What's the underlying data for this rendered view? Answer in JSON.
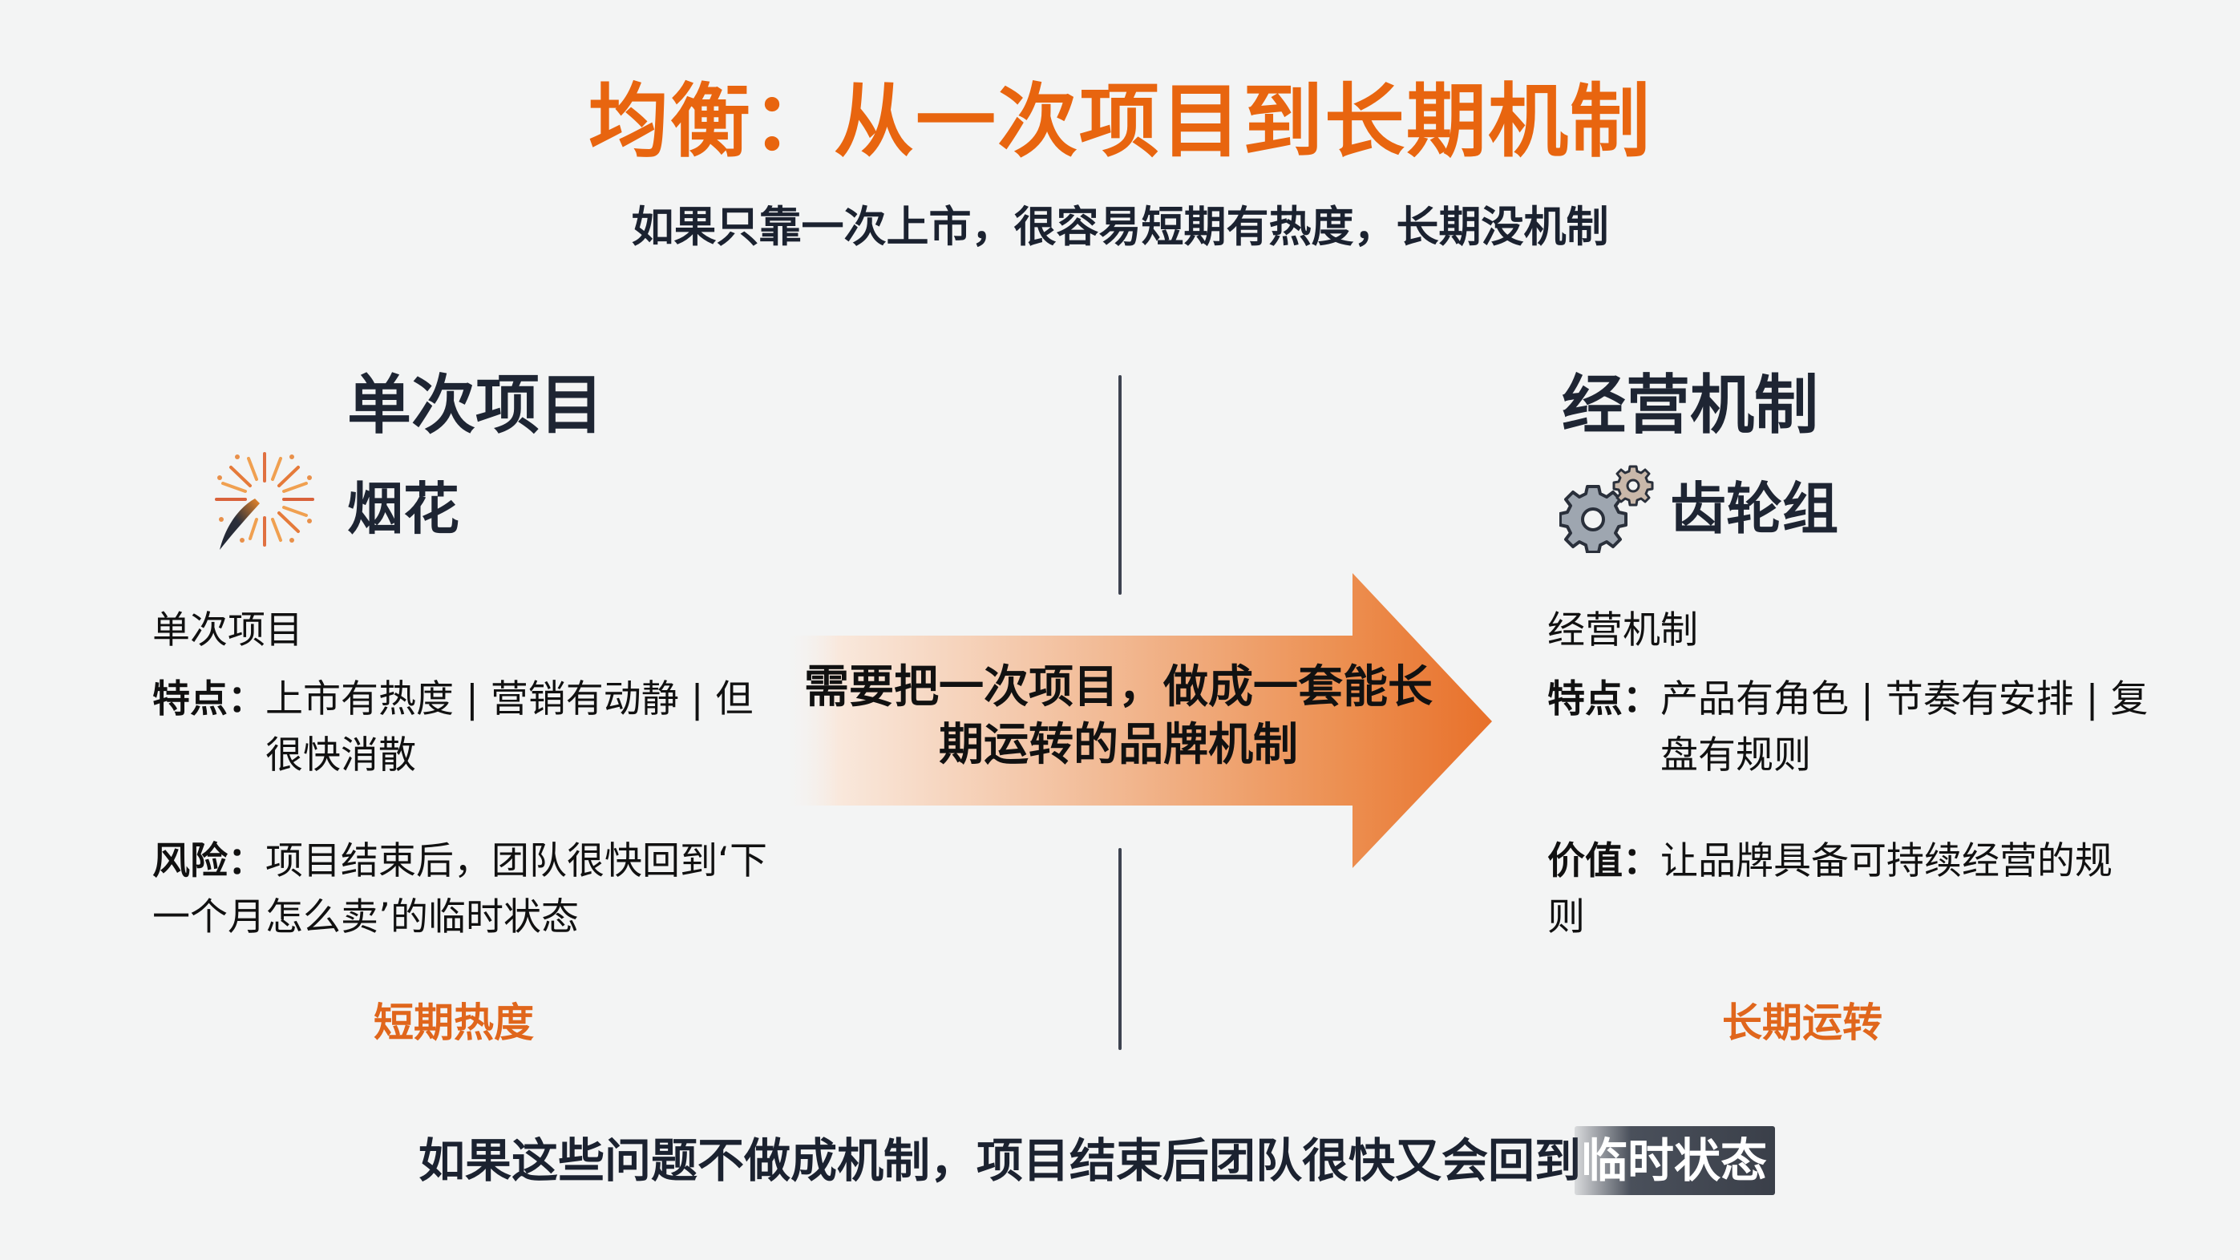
{
  "header": {
    "title": "均衡：从一次项目到长期机制",
    "subtitle": "如果只靠一次上市，很容易短期有热度，长期没机制"
  },
  "left": {
    "heading": "单次项目",
    "icon": "fireworks-icon",
    "icon_label": "烟花",
    "label": "单次项目",
    "features_label": "特点：",
    "features_value": "上市有热度 | 营销有动静 | 但很快消散",
    "risk_label": "风险：",
    "risk_value": "项目结束后，团队很快回到‘下一个月怎么卖’的临时状态",
    "tag": "短期热度"
  },
  "center": {
    "arrow_text": "需要把一次项目，做成一套能长期运转的品牌机制",
    "arrow_colors": {
      "start": "#F9E6DA",
      "end": "#E8702A"
    }
  },
  "right": {
    "heading": "经营机制",
    "icon": "gears-icon",
    "icon_label": "齿轮组",
    "label": "经营机制",
    "features_label": "特点：",
    "features_value": "产品有角色 | 节奏有安排 | 复盘有规则",
    "value_label": "价值：",
    "value_value": "让品牌具备可持续经营的规则",
    "tag": "长期运转"
  },
  "caption": {
    "text_main": "如果这些问题不做成机制，项目结束后团队很快又会回到",
    "text_highlight": "临时状态"
  },
  "colors": {
    "accent": "#E8650F",
    "text": "#1B2230",
    "background": "#F3F4F4"
  }
}
